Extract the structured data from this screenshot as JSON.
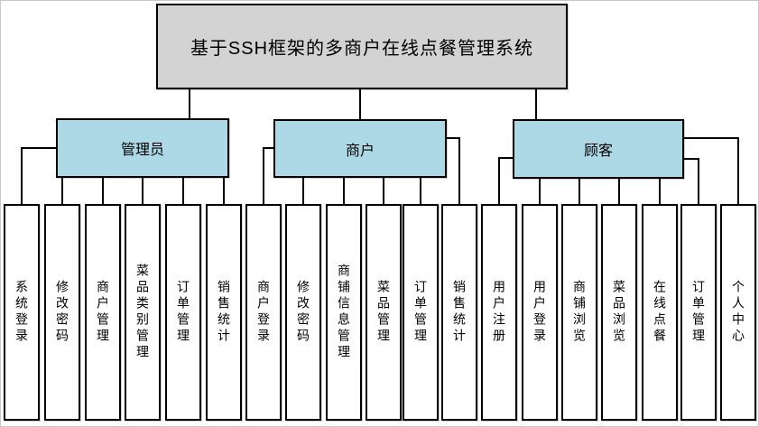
{
  "title": "基于SSH框架的多商户在线点餐管理系统",
  "branches": [
    {
      "label": "管理员",
      "children": [
        "系统登录",
        "修改密码",
        "商户管理",
        "菜品类别管理",
        "订单管理",
        "销售统计"
      ]
    },
    {
      "label": "商户",
      "children": [
        "商户登录",
        "修改密码",
        "商铺信息管理",
        "菜品管理",
        "订单管理",
        "销售统计"
      ]
    },
    {
      "label": "顾客",
      "children": [
        "用户注册",
        "用户登录",
        "商铺浏览",
        "菜品浏览",
        "在线点餐",
        "订单管理",
        "个人中心"
      ]
    }
  ],
  "colors": {
    "title_fill": "#d3d3d3",
    "branch_fill": "#add8e6",
    "leaf_fill": "#ffffff",
    "border": "#000000",
    "line": "#000000",
    "background": "#ffffff"
  }
}
